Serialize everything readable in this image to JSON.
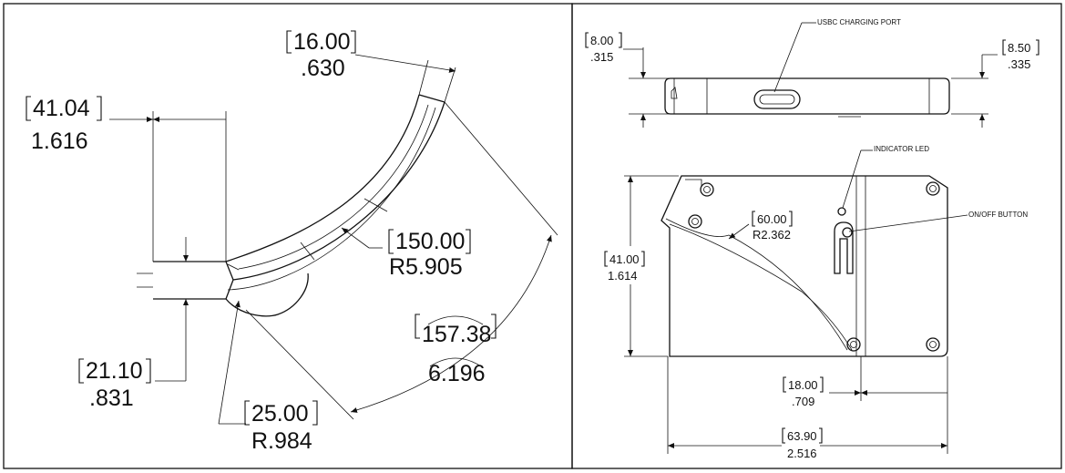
{
  "left_view": {
    "dims": {
      "width_16": {
        "mm": "16.00",
        "in": ".630"
      },
      "width_41": {
        "mm": "41.04",
        "in": "1.616"
      },
      "radius_150": {
        "mm": "150.00",
        "in": "R5.905"
      },
      "arc_157": {
        "mm": "157.38",
        "in": "6.196"
      },
      "height_21": {
        "mm": "21.10",
        "in": ".831"
      },
      "radius_25": {
        "mm": "25.00",
        "in": "R.984"
      }
    }
  },
  "right_view": {
    "callouts": {
      "usbc": "USBC CHARGING PORT",
      "led": "INDICATOR LED",
      "onoff": "ON/OFF BUTTON"
    },
    "dims": {
      "thick_8": {
        "mm": "8.00",
        "in": ".315"
      },
      "thick_85": {
        "mm": "8.50",
        "in": ".335"
      },
      "radius_60": {
        "mm": "60.00",
        "in": "R2.362"
      },
      "height_41": {
        "mm": "41.00",
        "in": "1.614"
      },
      "offset_18": {
        "mm": "18.00",
        "in": ".709"
      },
      "length_639": {
        "mm": "63.90",
        "in": "2.516"
      }
    }
  }
}
